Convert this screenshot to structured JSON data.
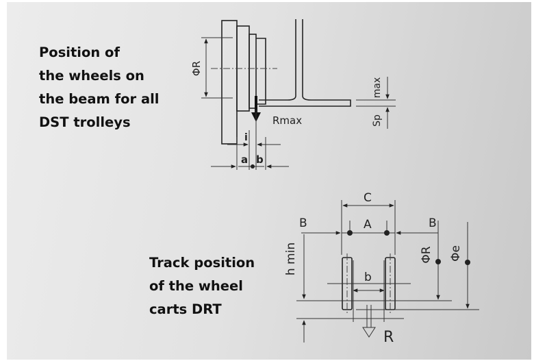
{
  "captions": {
    "beam_position": [
      "Position of",
      "the wheels on",
      "the beam for all",
      "DST trolleys"
    ],
    "track_position": [
      "Track position",
      "of the wheel",
      "carts DRT"
    ]
  },
  "top_diagram_labels": {
    "diameter": "ΦR",
    "rmax": "Rmax",
    "max": "max",
    "sp": "Sp",
    "i": "i",
    "a": "a",
    "b": "b"
  },
  "bottom_diagram_labels": {
    "c": "C",
    "a": "A",
    "b_left": "B",
    "b_right": "B",
    "b_inner": "b",
    "h_min": "h min",
    "phi_r": "ΦR",
    "phi_e": "Φe",
    "r": "R"
  }
}
